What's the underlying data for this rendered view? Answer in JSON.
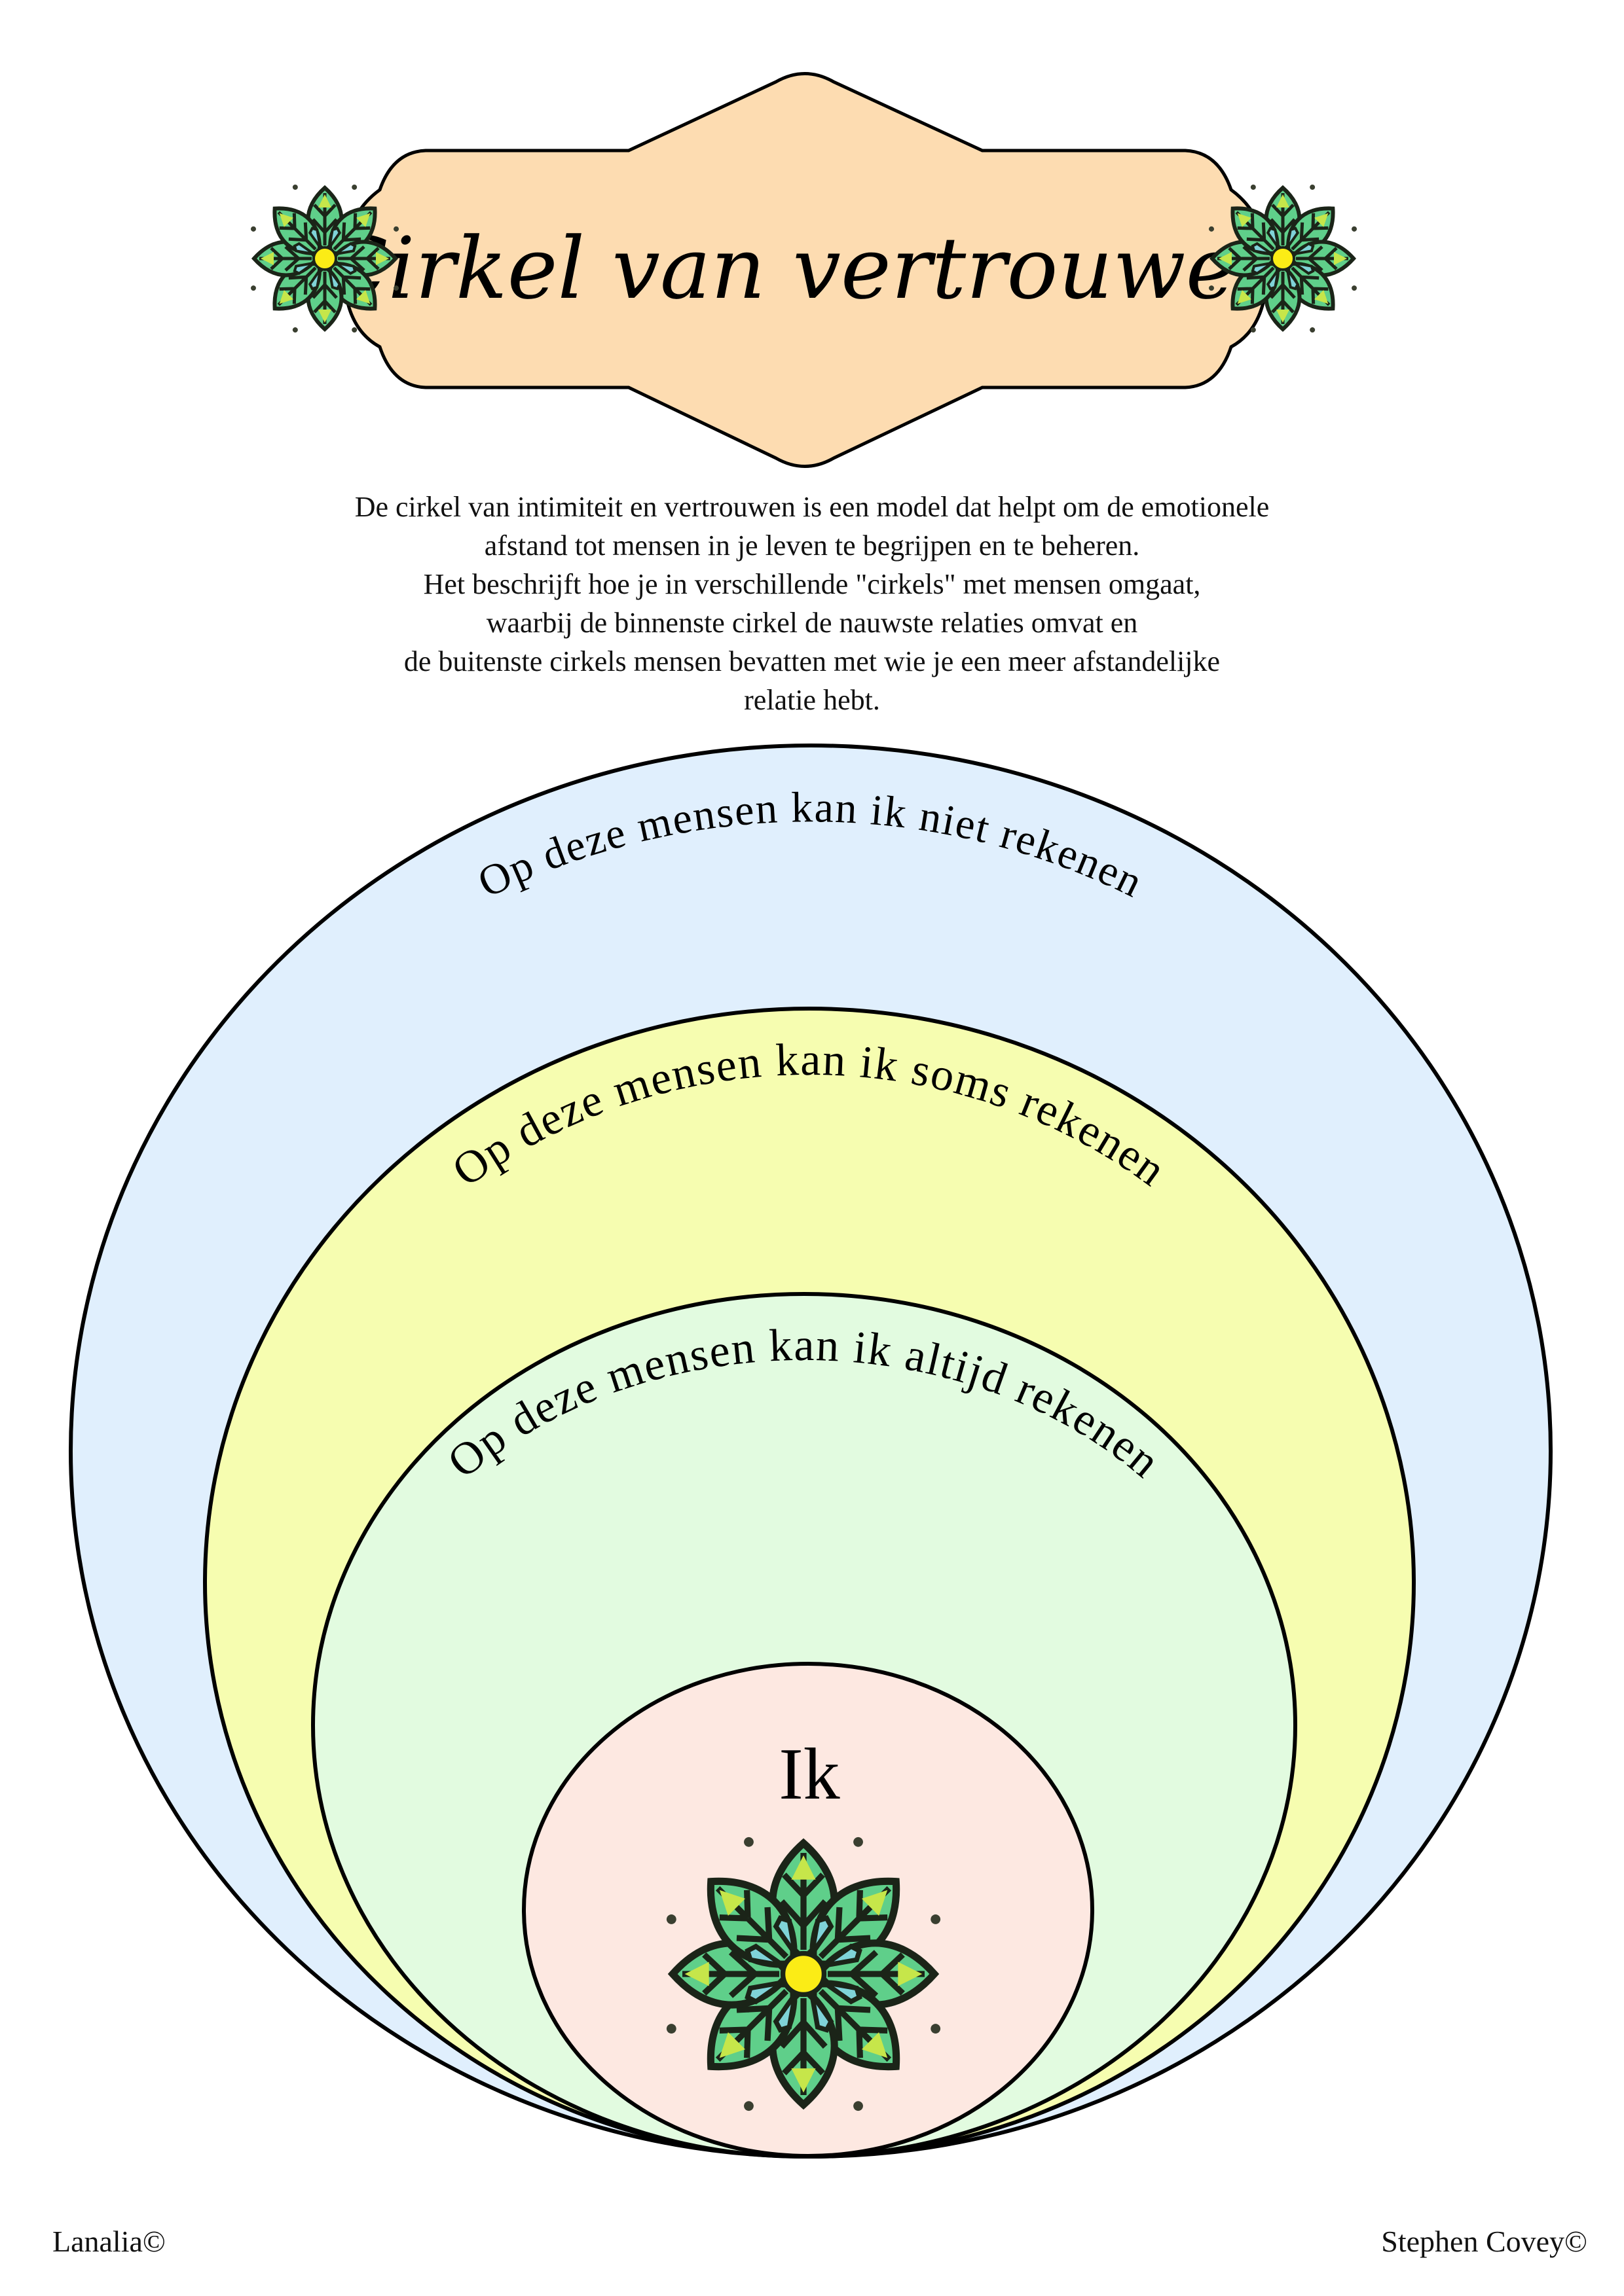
{
  "header": {
    "title": "Cirkel van vertrouwen"
  },
  "intro": {
    "lines": [
      "De cirkel van intimiteit en vertrouwen is een model dat helpt om de emotionele",
      "afstand tot mensen in je leven te begrijpen en te beheren.",
      "Het beschrijft hoe je in verschillende \"cirkels\" met mensen omgaat,",
      "waarbij de binnenste cirkel de nauwste relaties omvat en",
      "de buitenste cirkels mensen bevatten met wie je een meer afstandelijke",
      "relatie hebt."
    ]
  },
  "circles": {
    "outer": {
      "label": "Op deze mensen kan ik niet rekenen",
      "color": "#e0effd"
    },
    "middle": {
      "label": "Op deze mensen kan ik soms rekenen",
      "color": "#f6fdb0"
    },
    "inner": {
      "label": "Op deze mensen kan ik altijd rekenen",
      "color": "#e2fbe0"
    },
    "core": {
      "label": "Ik",
      "color": "#fde8e1"
    }
  },
  "colors": {
    "badge": "#fddcb1",
    "stroke": "#000000"
  },
  "footer": {
    "left": "Lanalia©",
    "right": "Stephen Covey©"
  }
}
